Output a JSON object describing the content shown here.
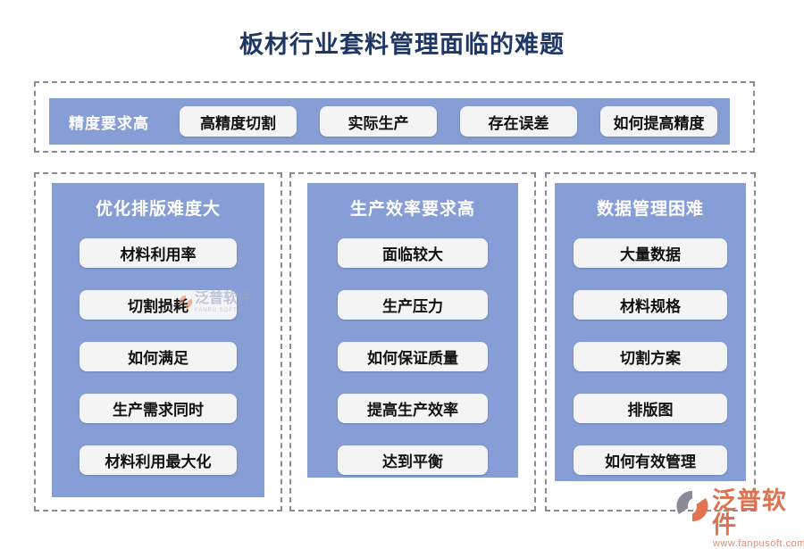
{
  "title": "板材行业套料管理面临的难题",
  "top_section": {
    "label": "精度要求高",
    "items": [
      "高精度切割",
      "实际生产",
      "存在误差",
      "如何提高精度"
    ]
  },
  "columns": [
    {
      "header": "优化排版难度大",
      "items": [
        "材料利用率",
        "切割损耗",
        "如何满足",
        "生产需求同时",
        "材料利用最大化"
      ]
    },
    {
      "header": "生产效率要求高",
      "items": [
        "面临较大",
        "生产压力",
        "如何保证质量",
        "提高生产效率",
        "达到平衡"
      ]
    },
    {
      "header": "数据管理困难",
      "items": [
        "大量数据",
        "材料规格",
        "切割方案",
        "排版图",
        "如何有效管理"
      ]
    }
  ],
  "watermark": {
    "brand": "泛普软件",
    "sub": "FANPU SOFTWARE"
  },
  "logo": {
    "brand": "泛普软件",
    "url": "www.fanpusoft.com"
  },
  "colors": {
    "panel_blue": "#879DD6",
    "chip_bg": "#F4F4F4",
    "title_navy": "#1E3765",
    "dash_border": "#8C8C8C",
    "logo_orange": "#DD7251"
  }
}
